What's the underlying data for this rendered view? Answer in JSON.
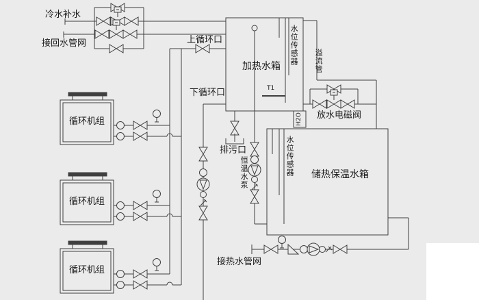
{
  "colors": {
    "background": "#ebebeb",
    "line": "#3f3f3f",
    "text": "#1b1b1b",
    "patch": "#ffffff"
  },
  "labels": {
    "cold_water_supply": "冷水补水",
    "return_water_network": "接回水管网",
    "upper_circulation_port": "上循环口",
    "lower_circulation_port": "下循环口",
    "heating_tank": "加热水箱",
    "heating_tank_level_sensor": "水位传感器",
    "overflow_pipe": "溢流管",
    "drain_solenoid_valve": "放水电磁阀",
    "h2o_marking": "H2O",
    "t1_sensor": "T1",
    "blowdown_port": "排污口",
    "constant_temp_pump": "恒温水泵",
    "storage_tank": "储热保温水箱",
    "storage_tank_level_sensor": "水位传感器",
    "hot_water_network": "接热水管网"
  },
  "units": [
    {
      "label": "循环机组"
    },
    {
      "label": "循环机组"
    },
    {
      "label": "循环机组"
    }
  ],
  "icons": {
    "valve": "bowtie-gate-valve",
    "solenoid": "solenoid-actuator-box",
    "pump": "circle-triangle-pump",
    "gauge": "pressure-gauge",
    "joint": "flex-joint-circle",
    "check": "check-valve-tick",
    "strainer": "y-strainer-triangle",
    "funnel": "open-drain-funnel"
  }
}
